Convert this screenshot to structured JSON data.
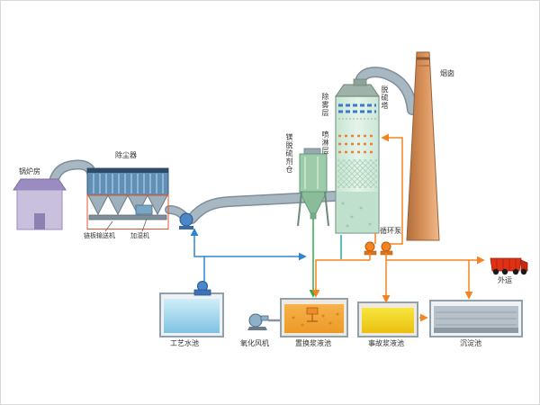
{
  "labels": {
    "boiler_room": "锅炉房",
    "dust_collector": "除尘器",
    "chain_conveyor": "链板输送机",
    "humidifier": "加湿机",
    "silo": "镁脱硫剂仓",
    "demister_layer": "除雾层",
    "spray_layer": "喷淋层",
    "tower": "脱硫塔",
    "chimney": "烟囱",
    "circulation_pump": "循环泵",
    "process_water_pool": "工艺水池",
    "oxidation_fan": "氧化风机",
    "replacement_slurry_pool": "置换浆液池",
    "accident_slurry_pool": "事故浆液池",
    "sedimentation_pool": "沉淀池",
    "outbound": "外运"
  },
  "colors": {
    "line_green": "#2faa4a",
    "line_orange": "#f5831f",
    "line_blue": "#2e86d0",
    "duct_gray": "#a8b8c2",
    "chimney_tan": "#d89059",
    "water_blue": "#7fc2e2",
    "slurry_orange": "#f2a93b",
    "slurry_yellow": "#f3d81e",
    "tower_green": "#d5ecdc",
    "truck_red": "#e13015"
  }
}
